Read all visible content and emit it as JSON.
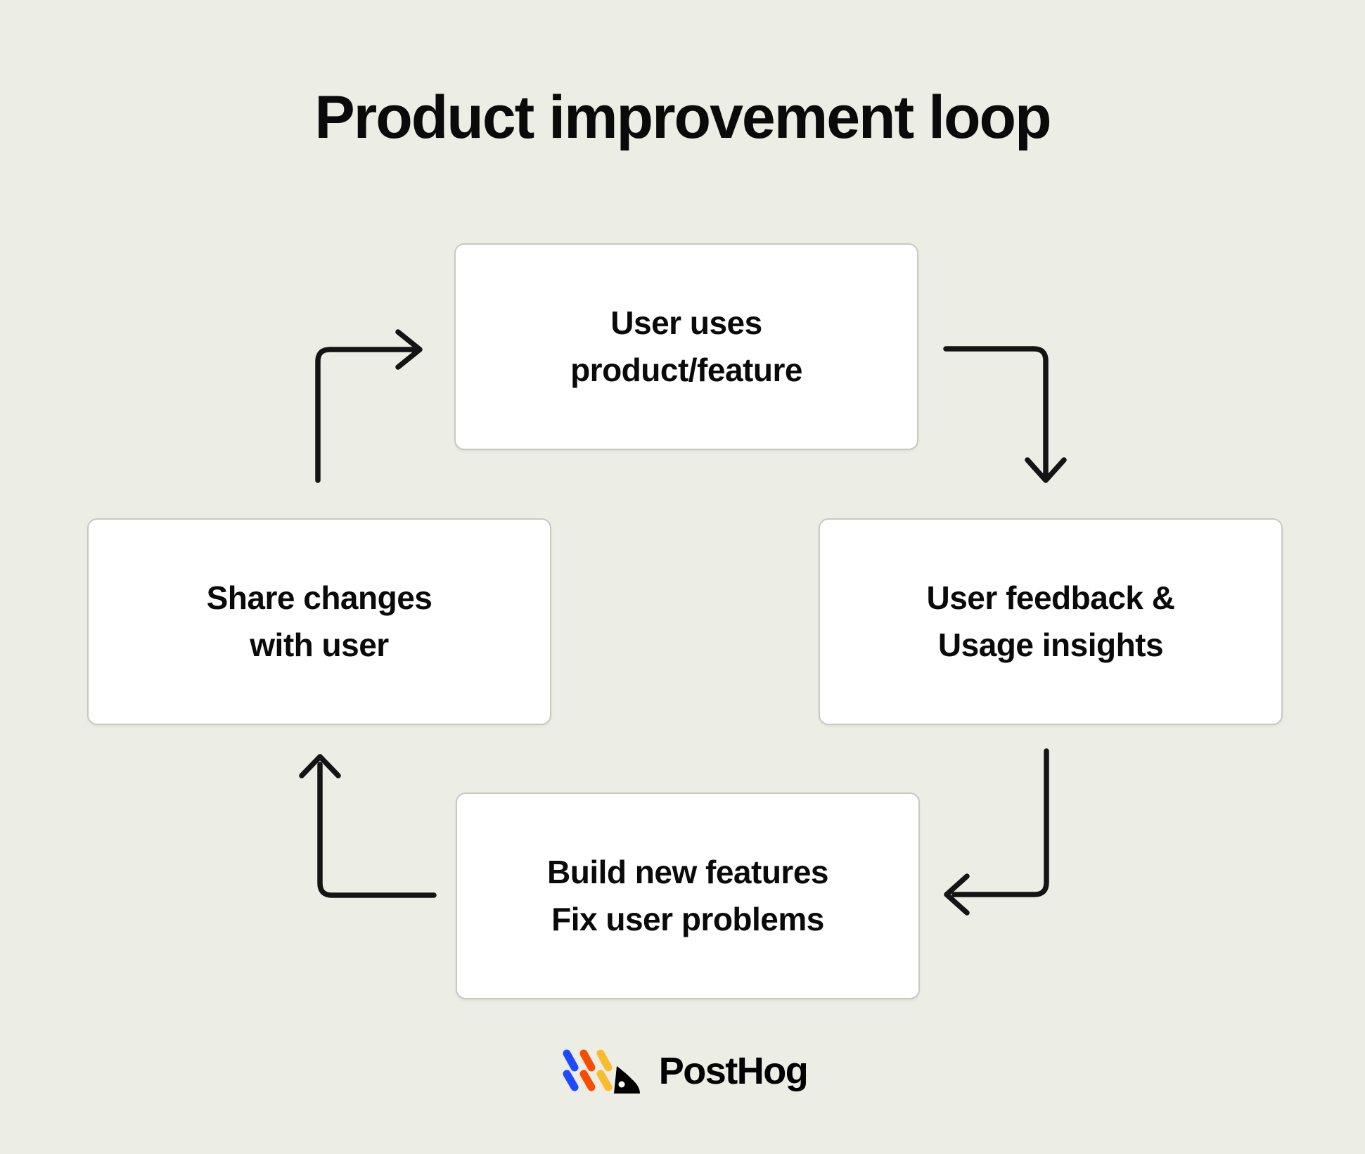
{
  "title": "Product improvement loop",
  "colors": {
    "background": "#ecede4",
    "box_bg": "#ffffff",
    "box_border": "#c8c9c3",
    "text": "#0a0a0a",
    "arrow": "#141414"
  },
  "diagram": {
    "nodes": {
      "top": {
        "line1": "User uses",
        "line2": "product/feature"
      },
      "right": {
        "line1": "User feedback &",
        "line2": "Usage insights"
      },
      "bottom": {
        "line1": "Build new features",
        "line2": "Fix user problems"
      },
      "left": {
        "line1": "Share changes",
        "line2": "with user"
      }
    },
    "arrows": [
      {
        "from": "Share changes with user",
        "to": "User uses product/feature"
      },
      {
        "from": "User uses product/feature",
        "to": "User feedback & Usage insights"
      },
      {
        "from": "User feedback & Usage insights",
        "to": "Build new features / Fix user problems"
      },
      {
        "from": "Build new features / Fix user problems",
        "to": "Share changes with user"
      }
    ]
  },
  "logo": {
    "text": "PostHog",
    "colors": {
      "blue": "#1d4aff",
      "orange": "#f54e00",
      "yellow": "#f9bd2b",
      "black": "#000000"
    }
  }
}
